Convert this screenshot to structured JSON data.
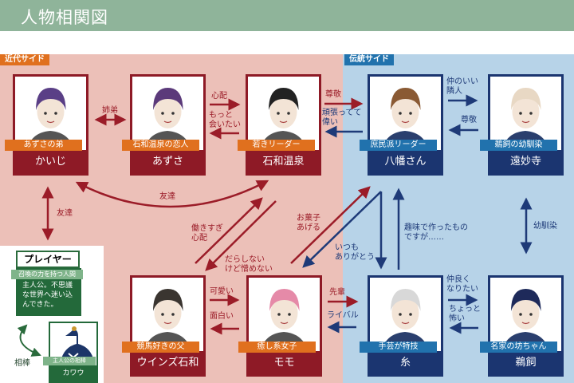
{
  "title": "人物相関図",
  "sides": {
    "modern": "近代サイド",
    "traditional": "伝統サイド"
  },
  "colors": {
    "header": "#8fb49a",
    "modern_bg": "#ecc0b8",
    "traditional_bg": "#b7d3e8",
    "red": "#8e1a26",
    "blue": "#1b3570",
    "orange_tag": "#e0701e",
    "blue_tag": "#2172ad",
    "player_green": "#23693a"
  },
  "characters": [
    {
      "id": "kaiji",
      "name": "かいじ",
      "tag": "あずさの弟",
      "side": "modern",
      "hair": "#5a3f86"
    },
    {
      "id": "azusa",
      "name": "あずさ",
      "tag": "石和温泉の恋人",
      "side": "modern",
      "hair": "#5b3a7a"
    },
    {
      "id": "isawa",
      "name": "石和温泉",
      "tag": "若きリーダー",
      "side": "modern",
      "hair": "#222"
    },
    {
      "id": "yawata",
      "name": "八幡さん",
      "tag": "庶民派リーダー",
      "side": "traditional",
      "hair": "#8a5a34"
    },
    {
      "id": "enmyoji",
      "name": "遠妙寺",
      "tag": "鵜飼の幼馴染",
      "side": "traditional",
      "hair": "#e8d8c4"
    },
    {
      "id": "winds",
      "name": "ウインズ石和",
      "tag": "競馬好きの父",
      "side": "modern",
      "hair": "#3a3530"
    },
    {
      "id": "momo",
      "name": "モモ",
      "tag": "癒し系女子",
      "side": "modern",
      "hair": "#e58aa8"
    },
    {
      "id": "ito",
      "name": "糸",
      "tag": "手芸が特技",
      "side": "traditional",
      "hair": "#d8d8d8"
    },
    {
      "id": "ukai",
      "name": "鵜飼",
      "tag": "名家の坊ちゃん",
      "side": "traditional",
      "hair": "#1e2a5a"
    }
  ],
  "relations": {
    "siblings": "姉弟",
    "worry": "心配",
    "want_to_meet": "もっと\n会いたい",
    "respect1": "尊敬",
    "great": "頑張ってて\n偉い",
    "neighbor": "仲のいい\n隣人",
    "respect2": "尊敬",
    "friends1": "友達",
    "friends2": "友達",
    "overwork": "働きすぎ\n心配",
    "sloppy": "だらしない\nけど憎めない",
    "sweets": "お菓子\nあげる",
    "thanks": "いつも\nありがとう",
    "hobby": "趣味で作ったもの\nですが……",
    "childhood": "幼馴染",
    "cute": "可愛い",
    "funny": "面白い",
    "senpai": "先輩",
    "rival": "ライバル",
    "befriend": "仲良く\nなりたい",
    "scary": "ちょっと\n怖い"
  },
  "player": {
    "title": "プレイヤー",
    "tag": "召喚の力を持つ人間",
    "description": "主人公。不思議な世界へ迷い込んできた。",
    "partner_label": "相棒",
    "partner": {
      "name": "カワウ",
      "tag": "主人公の相棒"
    }
  }
}
